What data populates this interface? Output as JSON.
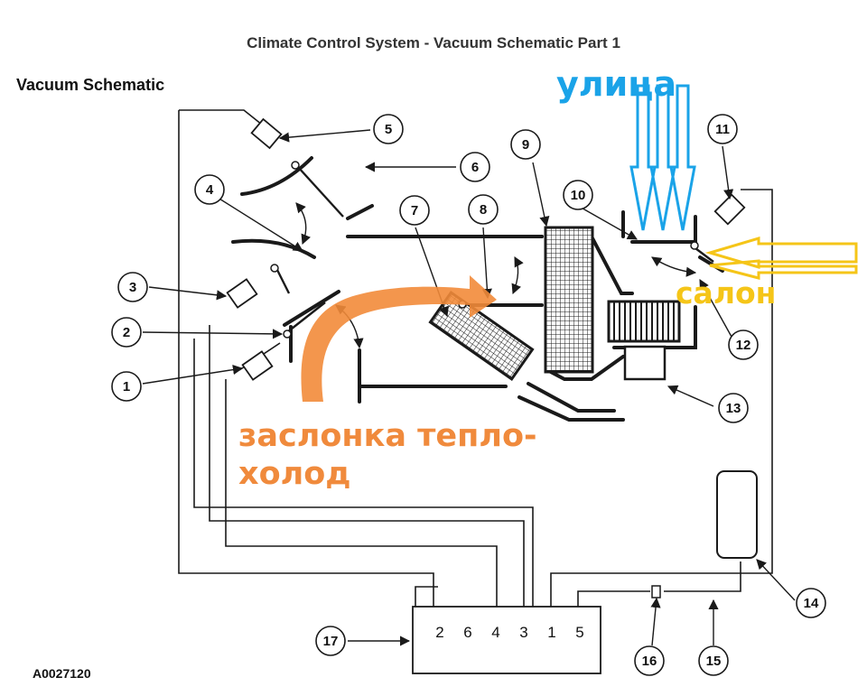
{
  "title": "Climate Control System - Vacuum Schematic Part 1",
  "subtitle": "Vacuum Schematic",
  "figure_code": "A0027120",
  "callouts": [
    {
      "id": "c1",
      "label": "1"
    },
    {
      "id": "c2",
      "label": "2"
    },
    {
      "id": "c3",
      "label": "3"
    },
    {
      "id": "c4",
      "label": "4"
    },
    {
      "id": "c5",
      "label": "5"
    },
    {
      "id": "c6",
      "label": "6"
    },
    {
      "id": "c7",
      "label": "7"
    },
    {
      "id": "c8",
      "label": "8"
    },
    {
      "id": "c9",
      "label": "9"
    },
    {
      "id": "c10",
      "label": "10"
    },
    {
      "id": "c11",
      "label": "11"
    },
    {
      "id": "c12",
      "label": "12"
    },
    {
      "id": "c13",
      "label": "13"
    },
    {
      "id": "c14",
      "label": "14"
    },
    {
      "id": "c15",
      "label": "15"
    },
    {
      "id": "c16",
      "label": "16"
    },
    {
      "id": "c17",
      "label": "17"
    }
  ],
  "connector_ports": [
    "2",
    "6",
    "4",
    "3",
    "1",
    "5"
  ],
  "annotations": {
    "outside_air": "улица",
    "cabin_air": "салон",
    "blend_door_line1": "заслонка тепло-",
    "blend_door_line2": "холод"
  },
  "colors": {
    "line": "#1a1a1a",
    "outside_air": "#1aa3e8",
    "cabin_air": "#f5c518",
    "blend_door": "#f08a3c"
  }
}
